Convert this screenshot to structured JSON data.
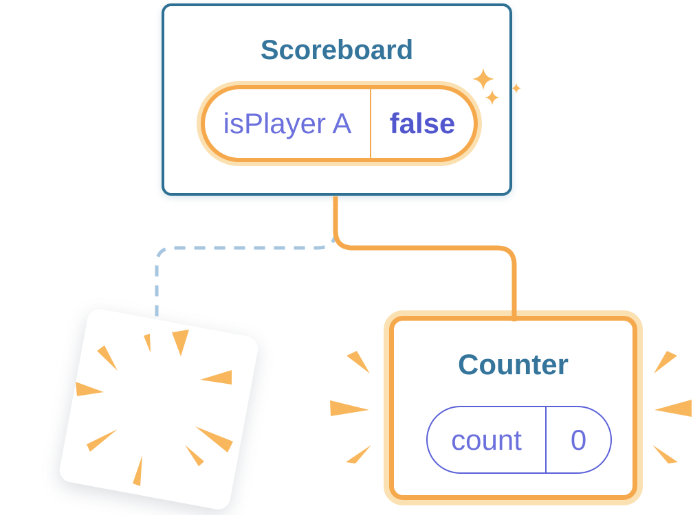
{
  "colors": {
    "card_border_blue": "#2E7094",
    "title_blue": "#35759B",
    "orange": "#F5A94C",
    "orange_glow": "#FBE0B2",
    "decoration_orange": "#F8B75C",
    "purple": "#6B70DC",
    "purple_bold": "#5257CE",
    "pill_purple_border": "#5B61D8",
    "dashed_blue": "#A7C6DF",
    "background": "#FFFFFF"
  },
  "scoreboard": {
    "title": "Scoreboard",
    "state_pill": {
      "label": "isPlayer A",
      "value": "false"
    }
  },
  "counter": {
    "title": "Counter",
    "state_pill": {
      "label": "count",
      "value": "0"
    }
  },
  "icons": {
    "sparkles": "sparkle-icon",
    "poof": "poof-burst-icon",
    "emphasis_left": "burst-lines-left-icon",
    "emphasis_right": "burst-lines-right-icon"
  }
}
